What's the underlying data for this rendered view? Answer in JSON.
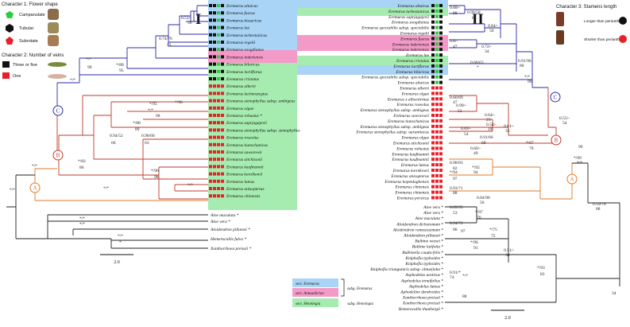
{
  "figure": {
    "left_tree_label": "I",
    "right_tree_label": "II",
    "scale_left": "2.0",
    "scale_right": "2.0"
  },
  "legend": {
    "c1_title": "Character 1: Flower shape",
    "c1_items": [
      "Campanulate",
      "Tubular",
      "Subrotate"
    ],
    "c2_title": "Character 2: Number of veins",
    "c2_items": [
      "Three or five",
      "One"
    ],
    "c3_title": "Character 3: Stamens length",
    "c3_items": [
      "Longer than perianth",
      "Shorter than perianth"
    ],
    "sections": [
      "sect. Eremurus",
      "sect. Annuoliirion",
      "sect. Henningia"
    ],
    "subgenera": [
      "subg. Eremurus",
      "subg. Henningia"
    ]
  },
  "colors": {
    "blue_branch": "#2a2aa8",
    "red_branch": "#c0392b",
    "orange_branch": "#e07a2a",
    "black_branch": "#222222",
    "bg_blue": "#a9d4f5",
    "bg_pink": "#f49ac8",
    "bg_green": "#a6ecb0",
    "char_green": "#2ecc40",
    "char_red": "#e8202a"
  },
  "nodes": {
    "A_left": "A",
    "B_left": "B",
    "C_left": "C",
    "A_right": "A",
    "B_right": "B",
    "C_right": "C"
  },
  "left_taxa": [
    "Eremurus altaicus",
    "Eremurus fuscus",
    "Eremurus hissaricus",
    "Eremurus lae",
    "Eremurus turkestanicus",
    "Eremurus regelii",
    "Eremurus soogdianus",
    "Eremurus inderiensis",
    "Eremurus bilaricus",
    "Eremurus lactiflorus",
    "Eremurus cristatus",
    "Eremurus alberti",
    "Eremurus lachnostegius",
    "Eremurus stenophyllus subsp. ambigeus",
    "Eremurus olgae",
    "Eremurus robustus *",
    "Eremurus saprjagajevii",
    "Eremurus stenophyllus subsp. stenophyllus",
    "Eremurus roseolus",
    "Eremurus tianschanicus",
    "Eremurus suworowii",
    "Eremurus aitchisonii",
    "Eremurus kaufmannii",
    "Eremurus korolkowii",
    "Eremurus luteus",
    "Eremurus anisopterus",
    "Eremurus chinensis"
  ],
  "outgroup_left": [
    "Aloe maculata *",
    "Aloe vera *",
    "Aloidendron pillansii *",
    "Hemerocallis fulva *",
    "Xanthorrhoea preissii *"
  ],
  "right_taxa": [
    "Eremurus altaicus",
    "Eremurus turkestanicus",
    "Eremurus saprjagajevii",
    "Eremurus soogdianus",
    "Eremurus spectabilis subsp. spectabilis",
    "Eremurus regelii",
    "Eremurus fuscus",
    "Eremurus inderiensis",
    "Eremurus inderiensis",
    "Eremurus lae",
    "Eremurus cristatus",
    "Eremurus lactiflorus",
    "Eremurus bilaricus",
    "Eremurus spectabilis subsp. spectabilis",
    "Eremurus altaicus",
    "Eremurus alberti",
    "Eremurus olgae",
    "Eremurus x albocitrinus",
    "Eremurus roseolus",
    "Eremurus stenophyllus subsp. ambigeus",
    "Eremurus suworowii",
    "Eremurus tianschanicus",
    "Eremurus stenophyllus subsp. ambigeus",
    "Eremurus stenophyllus subsp. aurantiacus",
    "Eremurus olgae",
    "Eremurus aitchisonii",
    "Eremurus robustus",
    "Eremurus kaufmannii",
    "Eremurus kaufmannii",
    "Eremurus luteus",
    "Eremurus korolkowii",
    "Eremurus anisopterus",
    "Eremurus kopetdaghensis",
    "Eremurus chinensis",
    "Eremurus chinensis",
    "Eremurus persicus"
  ],
  "outgroup_right": [
    "Aloe vera *",
    "Aloe vera *",
    "Aloe maculata *",
    "Aloidendron dichotomum *",
    "Aloidendron ramosissimum *",
    "Aloidendron pillansii *",
    "Bulbine wiesei *",
    "Bulbine latifolia *",
    "Bulbinella cauda-felis *",
    "Kniphofia typhoides *",
    "Kniphofia typhoides *",
    "Kniphofia triangularis subsp. obtusiloba *",
    "Asphodelus aestivus *",
    "Asphodelus tenuifolius *",
    "Asphodelus luteus *",
    "Aphodeline dendroides *",
    "Xanthorrhoea preissii *",
    "Xanthorrhoea preissii *",
    "Hemerocallis thunbergii *"
  ],
  "support_left": [
    "0.51/-",
    "56",
    "0.74/70",
    "53",
    "*/88",
    "95",
    "*/*",
    "99",
    "*/*",
    "*/*",
    "*/95",
    "98",
    "*/96",
    "*/88",
    "89",
    "0.94/52",
    "66",
    "0.98/60",
    "63",
    "*/82",
    "86",
    "*/96",
    "98",
    "*/*",
    "*/*",
    "*/*",
    "*/*",
    "*/*",
    "*/*",
    "*/*",
    "*"
  ],
  "support_right": [
    "0.68/-",
    "88",
    "0.99/58",
    "68",
    "0.84/-",
    "50",
    "0.6/-",
    "47",
    "0.72/-",
    "34",
    "0.68/63",
    "*",
    "0.91/96",
    "80",
    "*/*",
    "99",
    "0.60/69",
    "47",
    "0.99/-",
    "53",
    "0.64/-",
    "23",
    "0.54/-",
    "19",
    "0.61/-",
    "35",
    "0.89/-",
    "54",
    "0.91/66",
    "69",
    "0.60/-",
    "49",
    "*/67",
    "79",
    "0.55/-",
    "54",
    "0.98/83",
    "82",
    "*/92",
    "94",
    "*/94",
    "97",
    "0.93/71",
    "88",
    "0.84/90",
    "56",
    "*/99",
    "*/*",
    "0.59/76",
    "88",
    "0.89/95",
    "53",
    "*/97",
    "70",
    "0.94/71",
    "86",
    "97",
    "*/75",
    "75",
    "*/96",
    "91",
    "0.51/-",
    "34",
    "*/93",
    "83",
    "0.91/*",
    "74",
    "*/*",
    "88",
    "34",
    "99"
  ]
}
